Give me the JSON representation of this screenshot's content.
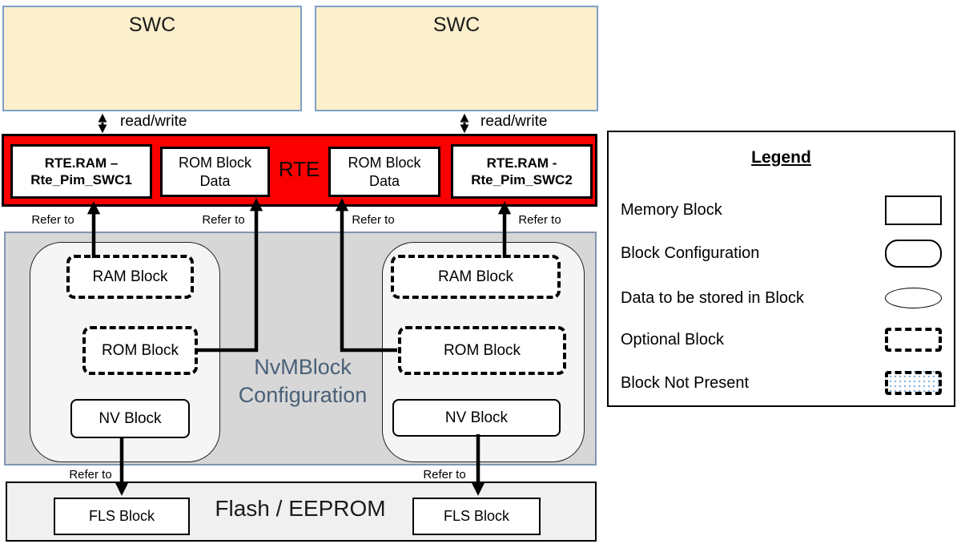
{
  "swc": {
    "label": "SWC",
    "read_write": "read/write"
  },
  "rte": {
    "label": "RTE",
    "ram_box_1": {
      "line1": "RTE.RAM –",
      "line2": "Rte_Pim_SWC1"
    },
    "rom_box_1": {
      "line1": "ROM Block",
      "line2": "Data"
    },
    "rom_box_2": {
      "line1": "ROM Block",
      "line2": "Data"
    },
    "ram_box_2": {
      "line1": "RTE.RAM -",
      "line2": "Rte_Pim_SWC2"
    }
  },
  "labels": {
    "refer_to": "Refer to"
  },
  "nvm": {
    "title_line1": "NvMBlock",
    "title_line2": "Configuration",
    "left": {
      "ram": "RAM Block",
      "rom": "ROM Block",
      "nv": "NV Block"
    },
    "right": {
      "ram": "RAM Block",
      "rom": "ROM Block",
      "nv": "NV Block"
    }
  },
  "flash": {
    "title": "Flash / EEPROM",
    "fls_left": "FLS Block",
    "fls_right": "FLS Block"
  },
  "legend": {
    "title": "Legend",
    "items": [
      {
        "label": "Memory Block",
        "symbol": "rect"
      },
      {
        "label": "Block Configuration",
        "symbol": "rounded-rect"
      },
      {
        "label": "Data to be stored in Block",
        "symbol": "ellipse"
      },
      {
        "label": "Optional Block",
        "symbol": "dashed-rect"
      },
      {
        "label": "Block Not Present",
        "symbol": "dashed-dotted-rect"
      }
    ]
  },
  "colors": {
    "swc_fill": "#FCEFCC",
    "swc_border": "#7EA0C8",
    "rte_red": "#FA0000",
    "nvm_area_fill": "#D7D7D7",
    "nvm_area_border": "#8096B0",
    "group_fill": "#F5F5F5",
    "flash_fill": "#F0F0F0",
    "nvm_title_color": "#4A6078",
    "legend_dot_fill": "#8FB8DC"
  }
}
